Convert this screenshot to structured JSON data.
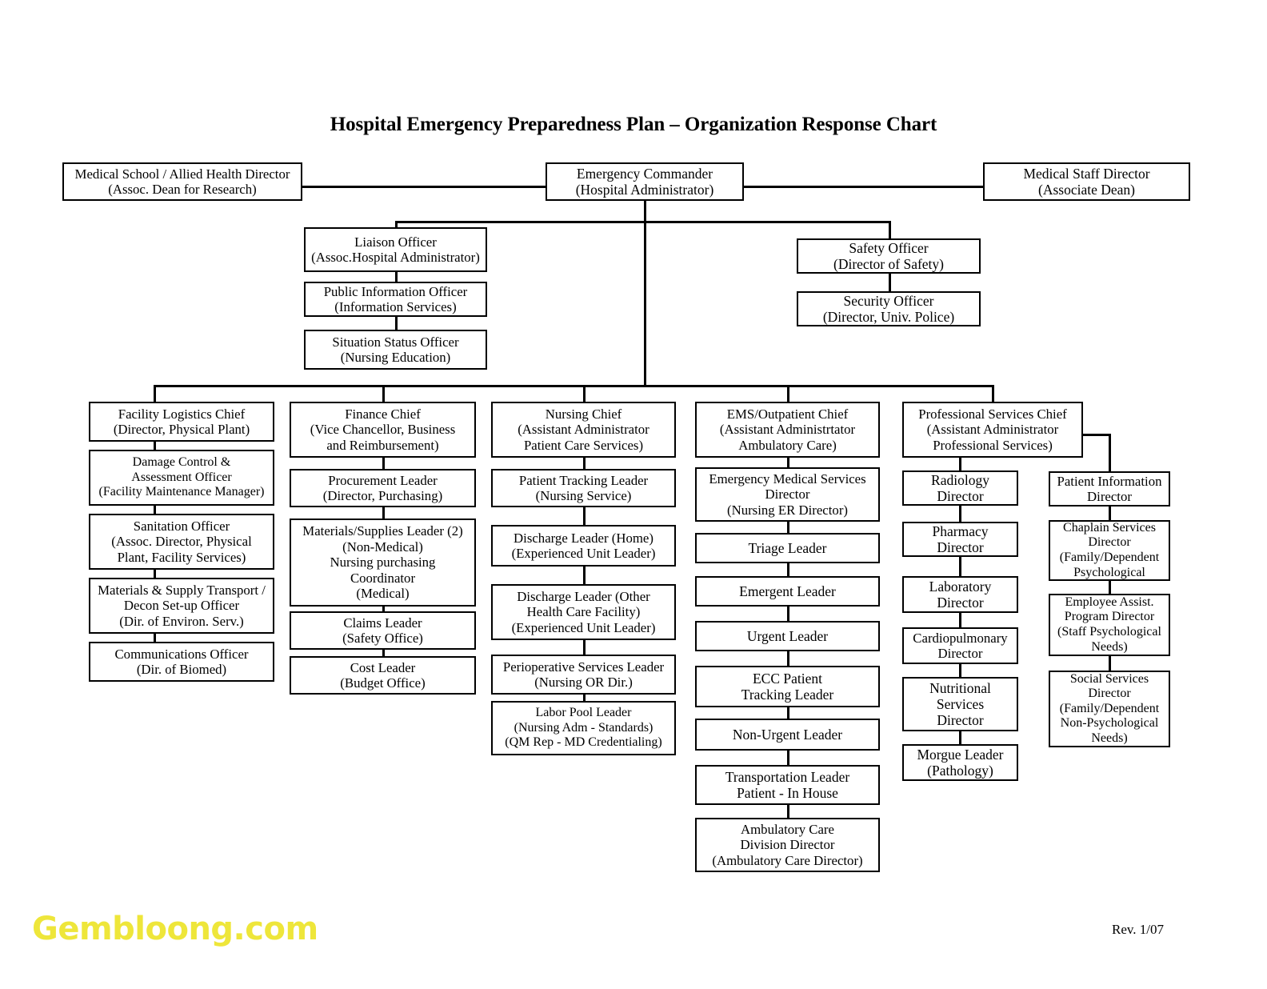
{
  "page": {
    "title": "Hospital Emergency Preparedness Plan – Organization Response Chart",
    "revision": "Rev. 1/07",
    "watermark": "Gembloong.com"
  },
  "chart_data": {
    "type": "diagram",
    "title": "Hospital Emergency Preparedness Plan – Organization Response Chart",
    "nodes": {
      "medical_school_director": {
        "lines": [
          "Medical School / Allied Health Director",
          "(Assoc. Dean for Research)"
        ]
      },
      "emergency_commander": {
        "lines": [
          "Emergency Commander",
          "(Hospital Administrator)"
        ]
      },
      "medical_staff_director": {
        "lines": [
          "Medical Staff Director",
          "(Associate Dean)"
        ]
      },
      "liaison_officer": {
        "lines": [
          "Liaison Officer",
          "(Assoc.Hospital Administrator)"
        ]
      },
      "public_information_officer": {
        "lines": [
          "Public Information Officer",
          "(Information Services)"
        ]
      },
      "situation_status_officer": {
        "lines": [
          "Situation Status Officer",
          "(Nursing Education)"
        ]
      },
      "safety_officer": {
        "lines": [
          "Safety Officer",
          "(Director of Safety)"
        ]
      },
      "security_officer": {
        "lines": [
          "Security Officer",
          "(Director, Univ. Police)"
        ]
      },
      "facility_logistics_chief": {
        "lines": [
          "Facility Logistics Chief",
          "(Director, Physical Plant)"
        ]
      },
      "damage_control_officer": {
        "lines": [
          "Damage Control &",
          "Assessment Officer",
          "(Facility Maintenance Manager)"
        ]
      },
      "sanitation_officer": {
        "lines": [
          "Sanitation Officer",
          "(Assoc. Director, Physical",
          "Plant, Facility Services)"
        ]
      },
      "materials_supply_transport": {
        "lines": [
          "Materials & Supply Transport /",
          "Decon Set-up Officer",
          "(Dir. of Environ. Serv.)"
        ]
      },
      "communications_officer": {
        "lines": [
          "Communications Officer",
          "(Dir. of Biomed)"
        ]
      },
      "finance_chief": {
        "lines": [
          "Finance Chief",
          "(Vice Chancellor, Business",
          "and Reimbursement)"
        ]
      },
      "procurement_leader": {
        "lines": [
          "Procurement Leader",
          "(Director, Purchasing)"
        ]
      },
      "materials_supplies_leader": {
        "lines": [
          "Materials/Supplies Leader (2)",
          "(Non-Medical)",
          "Nursing purchasing",
          "Coordinator",
          "(Medical)"
        ]
      },
      "claims_leader": {
        "lines": [
          "Claims Leader",
          "(Safety Office)"
        ]
      },
      "cost_leader": {
        "lines": [
          "Cost Leader",
          "(Budget Office)"
        ]
      },
      "nursing_chief": {
        "lines": [
          "Nursing Chief",
          "(Assistant Administrator",
          "Patient Care Services)"
        ]
      },
      "patient_tracking_leader": {
        "lines": [
          "Patient Tracking Leader",
          "(Nursing Service)"
        ]
      },
      "discharge_leader_home": {
        "lines": [
          "Discharge Leader (Home)",
          "(Experienced Unit Leader)"
        ]
      },
      "discharge_leader_other": {
        "lines": [
          "Discharge Leader (Other",
          "Health Care Facility)",
          "(Experienced Unit Leader)"
        ]
      },
      "perioperative_services_leader": {
        "lines": [
          "Perioperative Services Leader",
          "(Nursing OR Dir.)"
        ]
      },
      "labor_pool_leader": {
        "lines": [
          "Labor Pool Leader",
          "(Nursing Adm - Standards)",
          "(QM Rep - MD Credentialing)"
        ]
      },
      "ems_outpatient_chief": {
        "lines": [
          "EMS/Outpatient Chief",
          "(Assistant Administrtator",
          "Ambulatory Care)"
        ]
      },
      "ems_director": {
        "lines": [
          "Emergency Medical Services",
          "Director",
          "(Nursing ER Director)"
        ]
      },
      "triage_leader": {
        "lines": [
          "Triage Leader"
        ]
      },
      "emergent_leader": {
        "lines": [
          "Emergent Leader"
        ]
      },
      "urgent_leader": {
        "lines": [
          "Urgent Leader"
        ]
      },
      "ecc_patient_tracking_leader": {
        "lines": [
          "ECC Patient",
          "Tracking Leader"
        ]
      },
      "non_urgent_leader": {
        "lines": [
          "Non-Urgent Leader"
        ]
      },
      "transportation_leader": {
        "lines": [
          "Transportation Leader",
          "Patient - In House"
        ]
      },
      "ambulatory_care_division_director": {
        "lines": [
          "Ambulatory Care",
          "Division Director",
          "(Ambulatory Care Director)"
        ]
      },
      "professional_services_chief": {
        "lines": [
          "Professional Services Chief",
          "(Assistant Administrator",
          "Professional Services)"
        ]
      },
      "radiology_director": {
        "lines": [
          "Radiology",
          "Director"
        ]
      },
      "pharmacy_director": {
        "lines": [
          "Pharmacy",
          "Director"
        ]
      },
      "laboratory_director": {
        "lines": [
          "Laboratory",
          "Director"
        ]
      },
      "cardiopulmonary_director": {
        "lines": [
          "Cardiopulmonary",
          "Director"
        ]
      },
      "nutritional_services_director": {
        "lines": [
          "Nutritional",
          "Services",
          "Director"
        ]
      },
      "morgue_leader": {
        "lines": [
          "Morgue Leader",
          "(Pathology)"
        ]
      },
      "patient_information_director": {
        "lines": [
          "Patient Information",
          "Director"
        ]
      },
      "chaplain_services_director": {
        "lines": [
          "Chaplain Services",
          "Director",
          "(Family/Dependent",
          "Psychological"
        ]
      },
      "employee_assist_program_director": {
        "lines": [
          "Employee Assist.",
          "Program Director",
          "(Staff Psychological",
          "Needs)"
        ]
      },
      "social_services_director": {
        "lines": [
          "Social Services",
          "Director",
          "(Family/Dependent",
          "Non-Psychological",
          "Needs)"
        ]
      }
    }
  }
}
